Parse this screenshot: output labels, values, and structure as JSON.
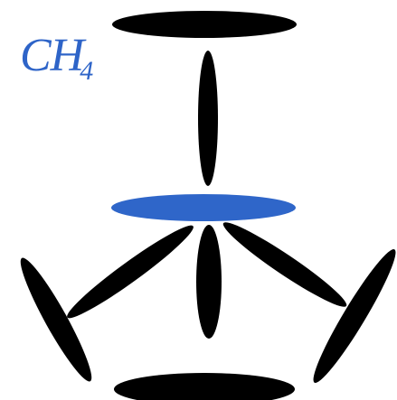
{
  "formula": {
    "main": "CH",
    "subscript": "4",
    "color": "#2e64c8"
  },
  "colors": {
    "bond": "#000000",
    "highlight": "#2f66c9"
  },
  "shapes": {
    "count": 9,
    "highlighted": "center-ellipse"
  }
}
